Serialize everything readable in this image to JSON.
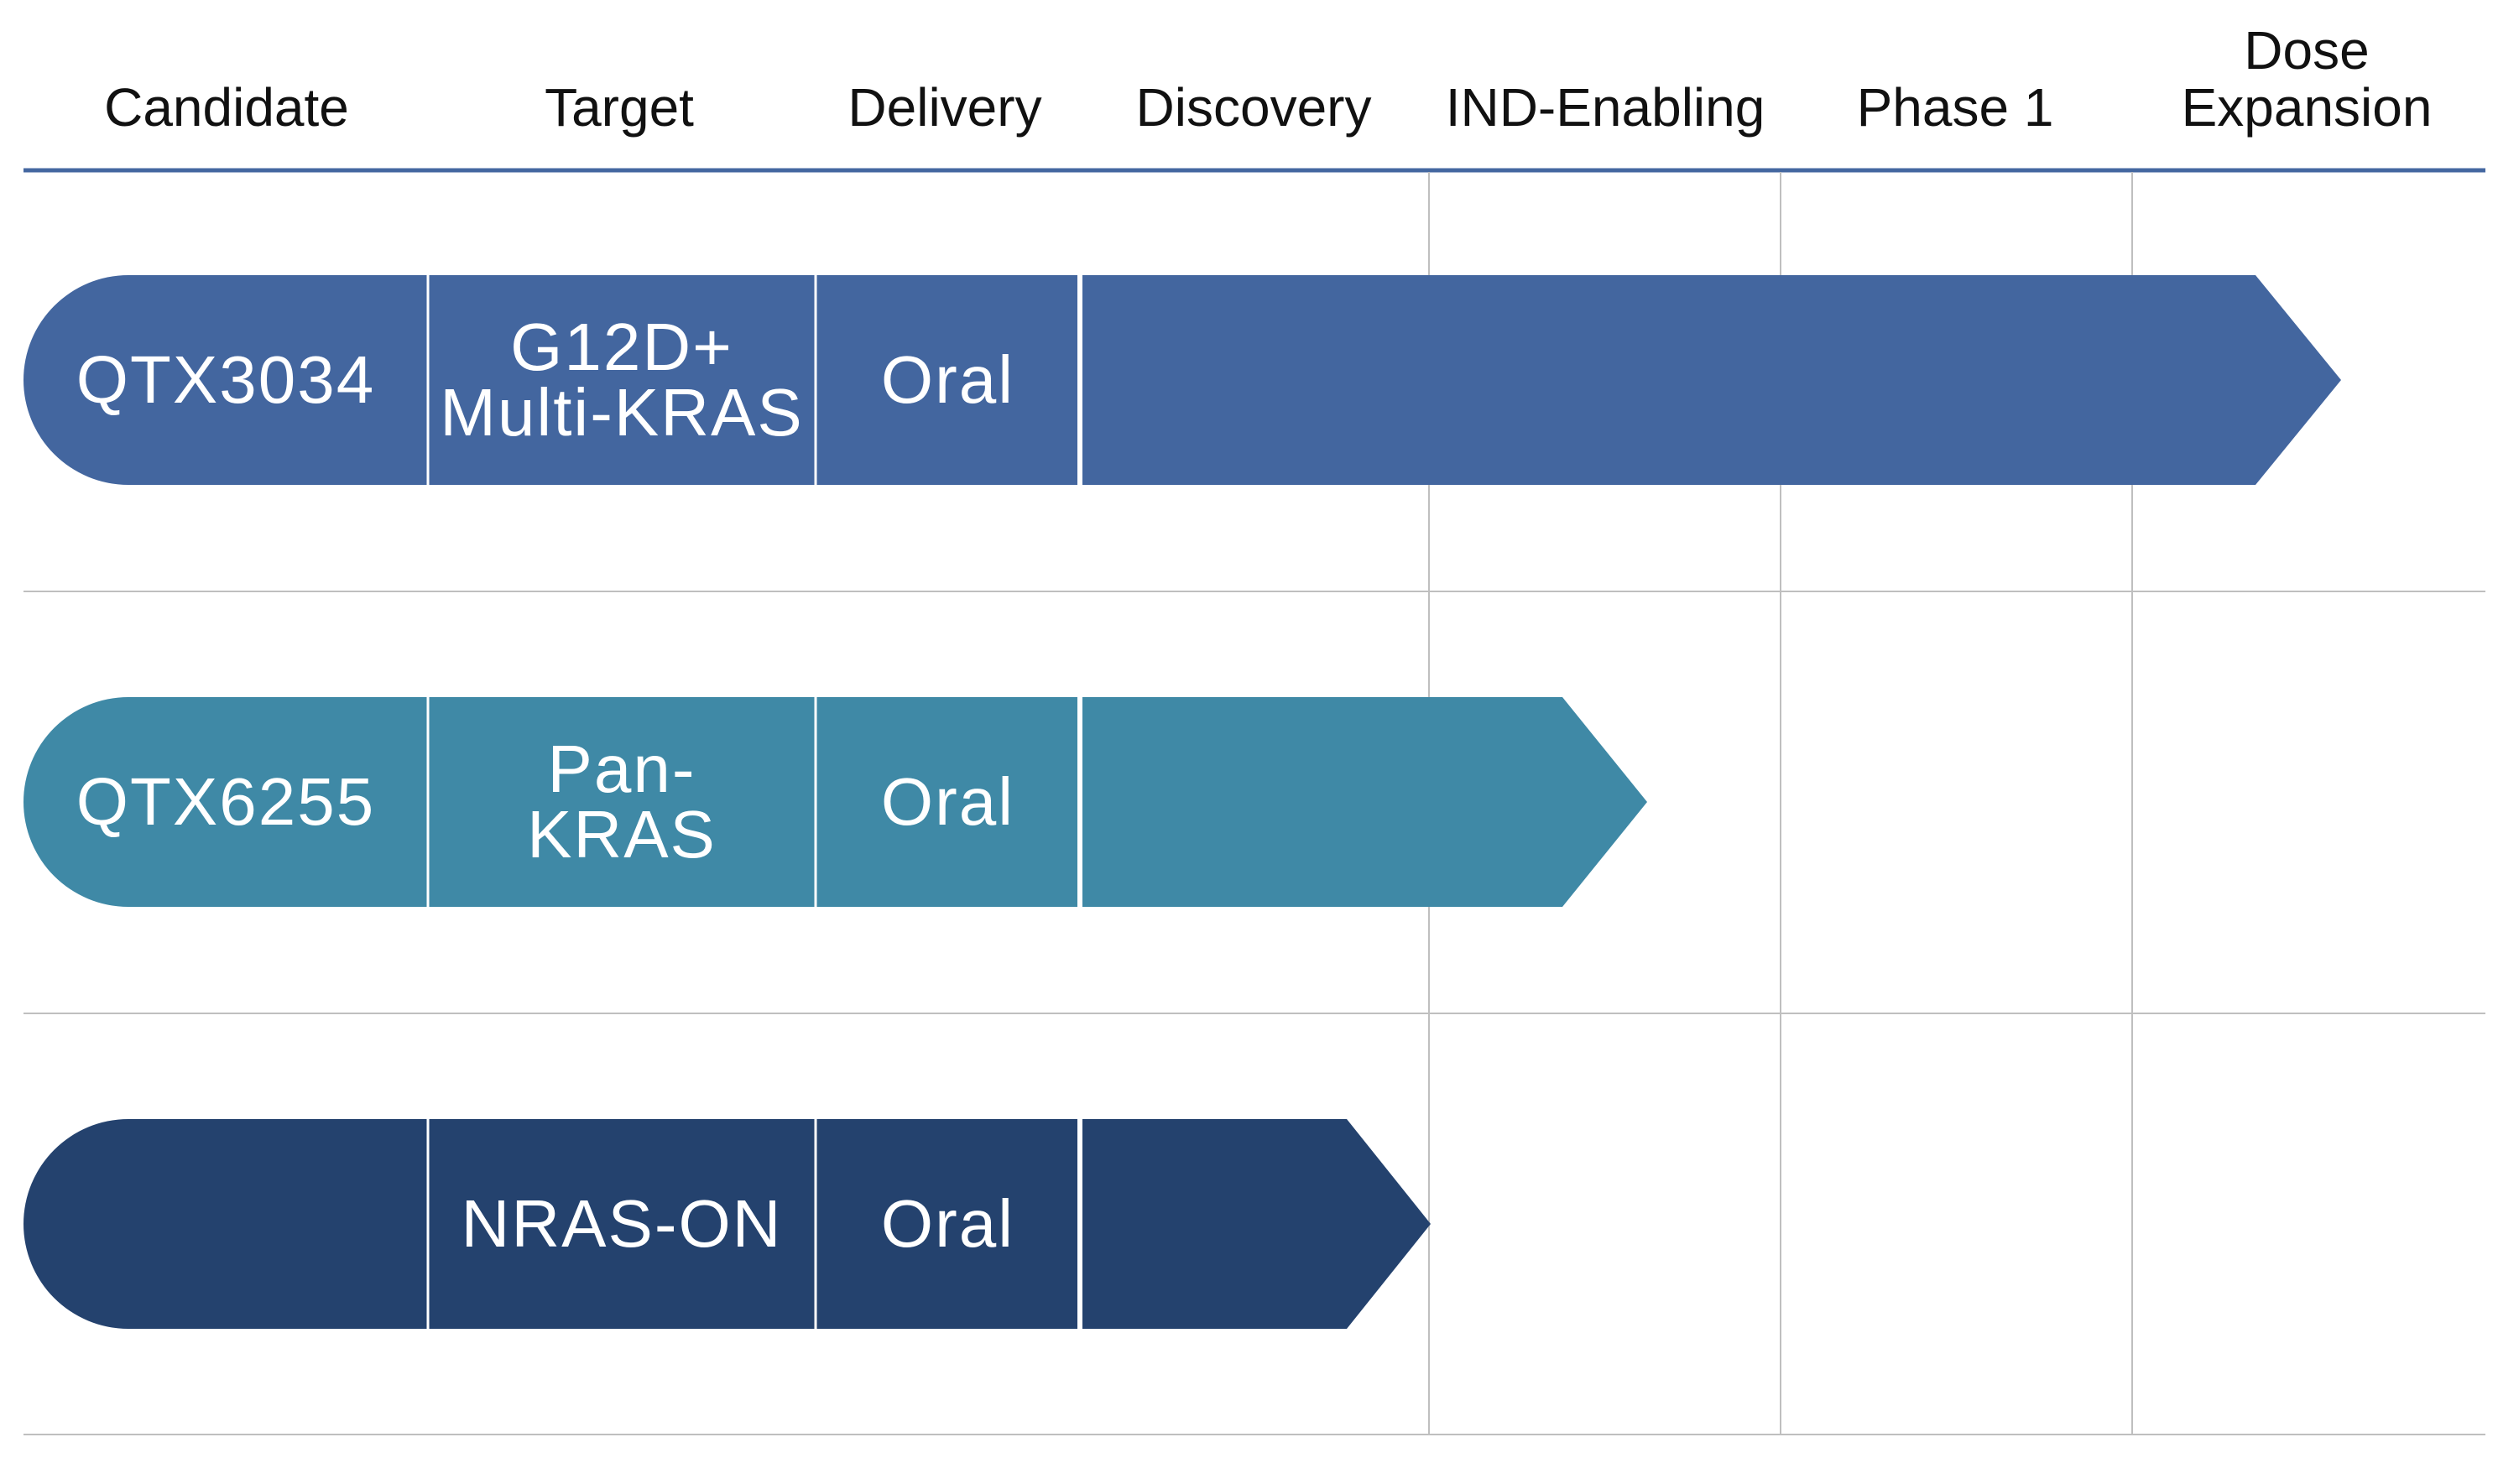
{
  "headers": [
    {
      "key": "candidate",
      "label": "Candidate"
    },
    {
      "key": "target",
      "label": "Target"
    },
    {
      "key": "delivery",
      "label": "Delivery"
    },
    {
      "key": "discovery",
      "label": "Discovery"
    },
    {
      "key": "ind",
      "label": "IND-Enabling"
    },
    {
      "key": "phase1",
      "label": "Phase 1"
    },
    {
      "key": "dose",
      "label": "Dose\nExpansion"
    }
  ],
  "colors": {
    "rule": "#4467a0",
    "grid": "#bfbfbf",
    "divider": "#ffffff"
  },
  "programs": [
    {
      "candidate": "QTX3034",
      "target": "G12D+\nMulti-KRAS",
      "delivery": "Oral",
      "color": "#43669f",
      "stage": "Dose Expansion"
    },
    {
      "candidate": "QTX6255",
      "target": "Pan-\nKRAS",
      "delivery": "Oral",
      "color": "#3f89a6",
      "stage": "IND-Enabling"
    },
    {
      "candidate": "",
      "target": "NRAS-ON",
      "delivery": "Oral",
      "color": "#24426e",
      "stage": "Discovery"
    }
  ]
}
